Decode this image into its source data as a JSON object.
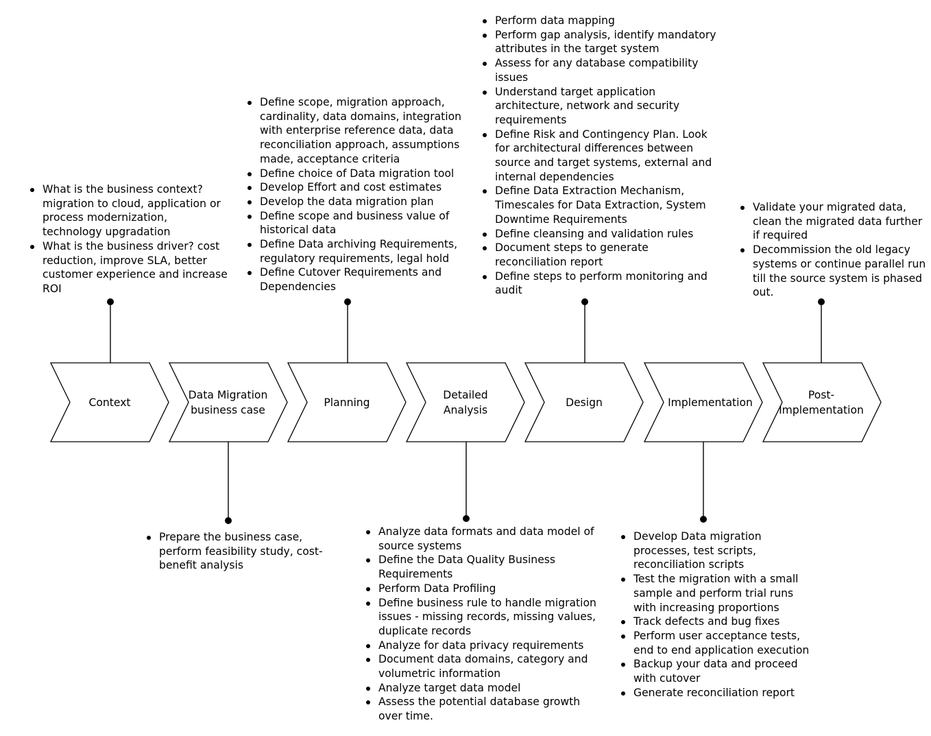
{
  "stages": [
    {
      "label": "Context",
      "notes": [
        "What is the business context? migration to cloud, application or process modernization, technology upgradation",
        "What is the business driver? cost reduction, improve SLA, better customer experience and increase ROI"
      ]
    },
    {
      "label": "Data Migration business case",
      "notes": [
        "Prepare the business case, perform feasibility study, cost-benefit analysis"
      ]
    },
    {
      "label": "Planning",
      "notes": [
        "Define scope, migration approach, cardinality, data domains, integration with enterprise reference data, data reconciliation approach, assumptions made, acceptance criteria",
        "Define choice of Data migration tool",
        "Develop Effort and cost estimates",
        "Develop the data migration plan",
        "Define scope and business value of historical data",
        "Define Data archiving Requirements, regulatory requirements, legal hold",
        "Define Cutover Requirements and Dependencies"
      ]
    },
    {
      "label": "Detailed Analysis",
      "notes": [
        "Analyze data formats and data model of source systems",
        "Define the Data Quality Business Requirements",
        "Perform Data Profiling",
        "Define business rule to handle migration issues - missing records, missing values, duplicate records",
        "Analyze for data privacy requirements",
        "Document data domains, category and volumetric information",
        "Analyze target data model",
        "Assess the potential database growth over time."
      ]
    },
    {
      "label": "Design",
      "notes": [
        "Perform data mapping",
        "Perform gap analysis, identify mandatory attributes in the target system",
        "Assess for any database compatibility issues",
        "Understand target application architecture, network and security requirements",
        "Define Risk and Contingency Plan. Look for architectural differences between source and target systems, external and internal dependencies",
        "Define Data Extraction Mechanism, Timescales for Data Extraction, System Downtime Requirements",
        "Define cleansing and validation rules",
        "Document steps to generate reconciliation report",
        "Define steps to perform monitoring and audit"
      ]
    },
    {
      "label": "Implementation",
      "notes": [
        "Develop Data migration processes, test scripts, reconciliation scripts",
        "Test the migration with a small sample and perform trial runs with increasing proportions",
        "Track defects and bug fixes",
        "Perform user acceptance tests, end to end application execution",
        "Backup your data and proceed with cutover",
        "Generate reconciliation report"
      ]
    },
    {
      "label": "Post-Implementation",
      "notes": [
        "Validate your migrated data, clean the migrated data further if required",
        "Decommission the old legacy systems or continue parallel run till the source system is phased out."
      ]
    }
  ]
}
